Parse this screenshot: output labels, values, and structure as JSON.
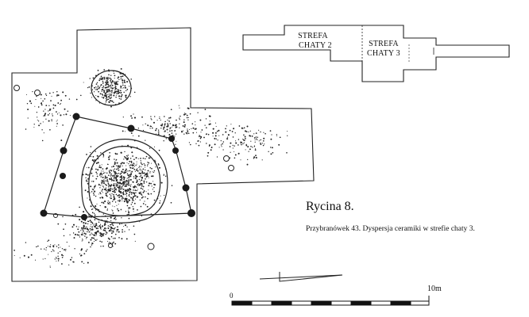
{
  "zones": {
    "hut2": {
      "line1": "STREFA",
      "line2": "CHATY 2"
    },
    "hut3": {
      "line1": "STREFA",
      "line2": "CHATY 3"
    }
  },
  "figure": {
    "title": "Rycina 8.",
    "caption": "Przybranówek 43. Dyspersja ceramiki w strefie chaty 3."
  },
  "scalebar": {
    "start_label": "0",
    "end_label": "10m"
  }
}
